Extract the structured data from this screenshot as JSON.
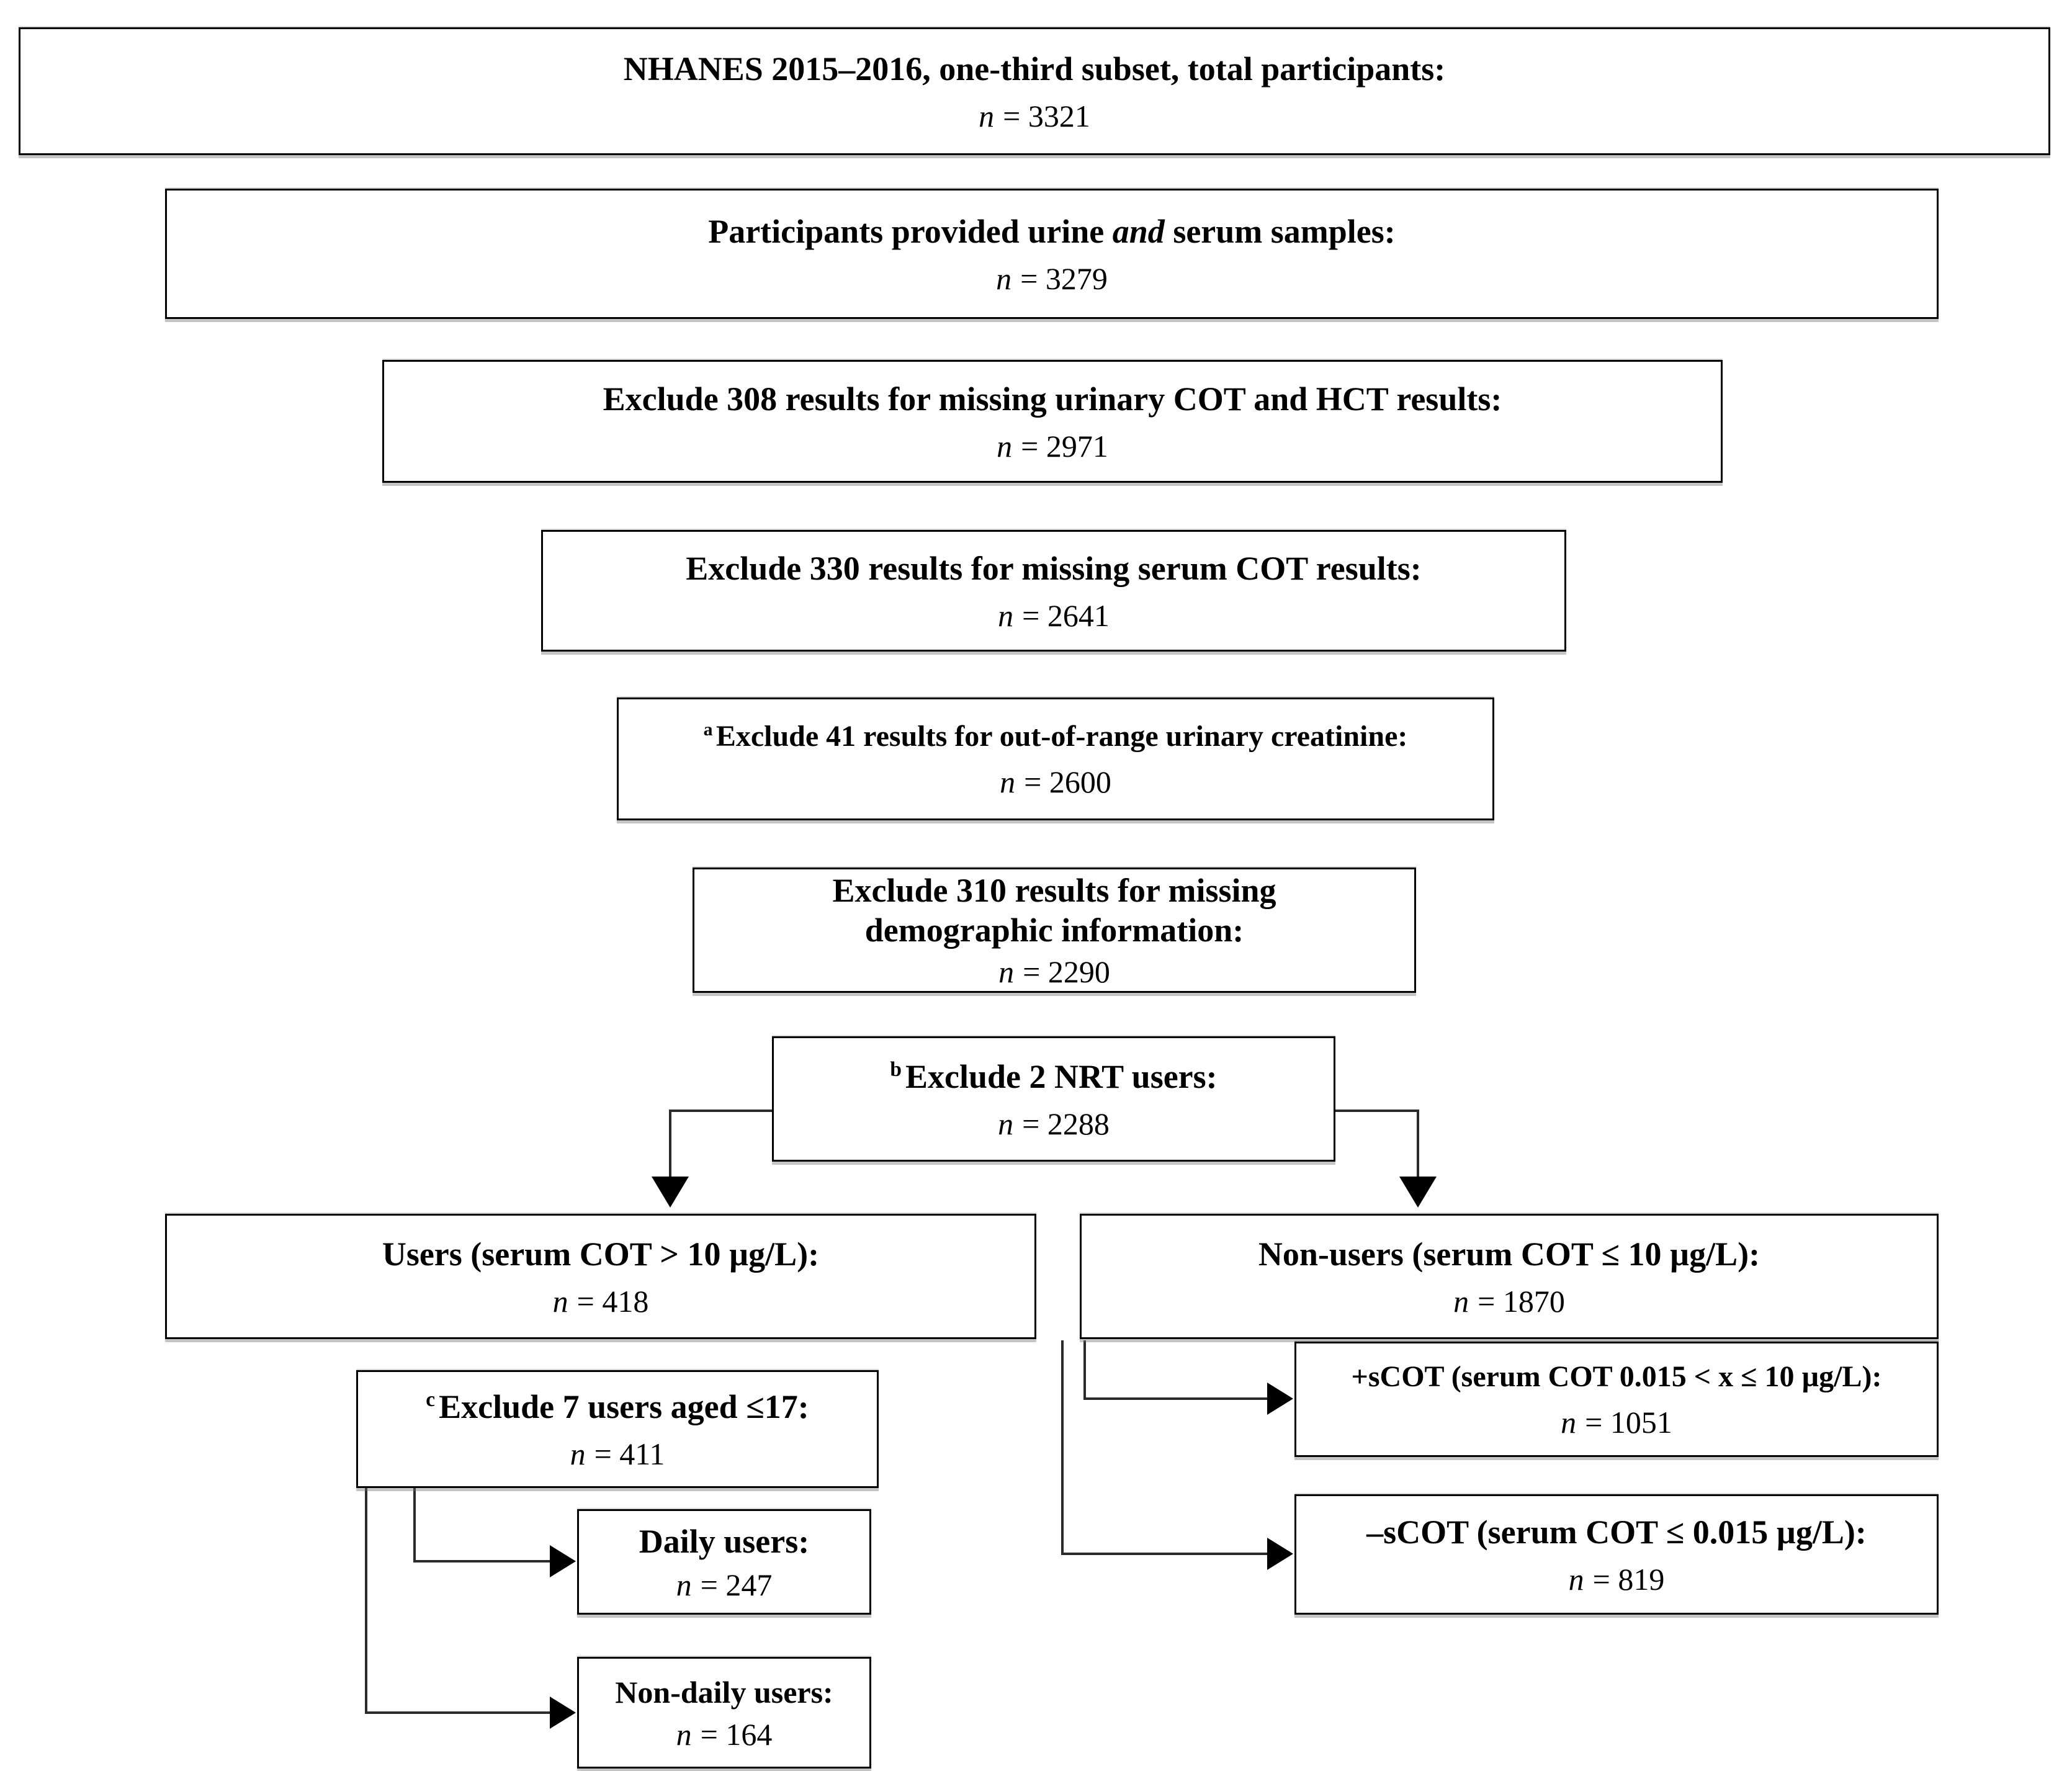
{
  "boxes": {
    "total": {
      "heading_pre": "NHANES 2015–2016, one-third subset, total participants:",
      "n_sym": "n",
      "n_val": "= 3321"
    },
    "samples": {
      "heading_pre": "Participants provided urine ",
      "heading_em": "and",
      "heading_post": " serum samples:",
      "n_sym": "n",
      "n_val": "= 3279"
    },
    "excl_urinary": {
      "heading_pre": "Exclude 308 results for missing urinary COT and HCT results:",
      "n_sym": "n",
      "n_val": "= 2971"
    },
    "excl_serum": {
      "heading_pre": "Exclude 330 results for missing serum COT results:",
      "n_sym": "n",
      "n_val": "= 2641"
    },
    "excl_creatinine": {
      "sup": "a",
      "heading_pre": "Exclude 41 results for out-of-range urinary creatinine:",
      "n_sym": "n",
      "n_val": "= 2600"
    },
    "excl_demographic": {
      "heading_line1": "Exclude 310 results for missing",
      "heading_line2": "demographic information:",
      "n_sym": "n",
      "n_val": "= 2290"
    },
    "excl_nrt": {
      "sup": "b",
      "heading_pre": "Exclude 2 NRT users:",
      "n_sym": "n",
      "n_val": "= 2288"
    },
    "users": {
      "heading_pre": "Users (serum COT > 10 µg/L):",
      "n_sym": "n",
      "n_val": "= 418"
    },
    "nonusers": {
      "heading_pre": "Non-users (serum COT ≤ 10 µg/L):",
      "n_sym": "n",
      "n_val": "= 1870"
    },
    "excl_minors": {
      "sup": "c",
      "heading_pre": "Exclude 7 users aged ≤17:",
      "n_sym": "n",
      "n_val": "= 411"
    },
    "plus_scot": {
      "heading_pre": "+sCOT (serum COT 0.015 < x ≤ 10 µg/L):",
      "n_sym": "n",
      "n_val": "= 1051"
    },
    "daily": {
      "heading_pre": "Daily users:",
      "n_sym": "n",
      "n_val": "= 247"
    },
    "minus_scot": {
      "heading_pre": "–sCOT (serum COT ≤ 0.015 µg/L):",
      "n_sym": "n",
      "n_val": "= 819"
    },
    "nondaily": {
      "heading_pre": "Non-daily users:",
      "n_sym": "n",
      "n_val": "= 164"
    }
  }
}
